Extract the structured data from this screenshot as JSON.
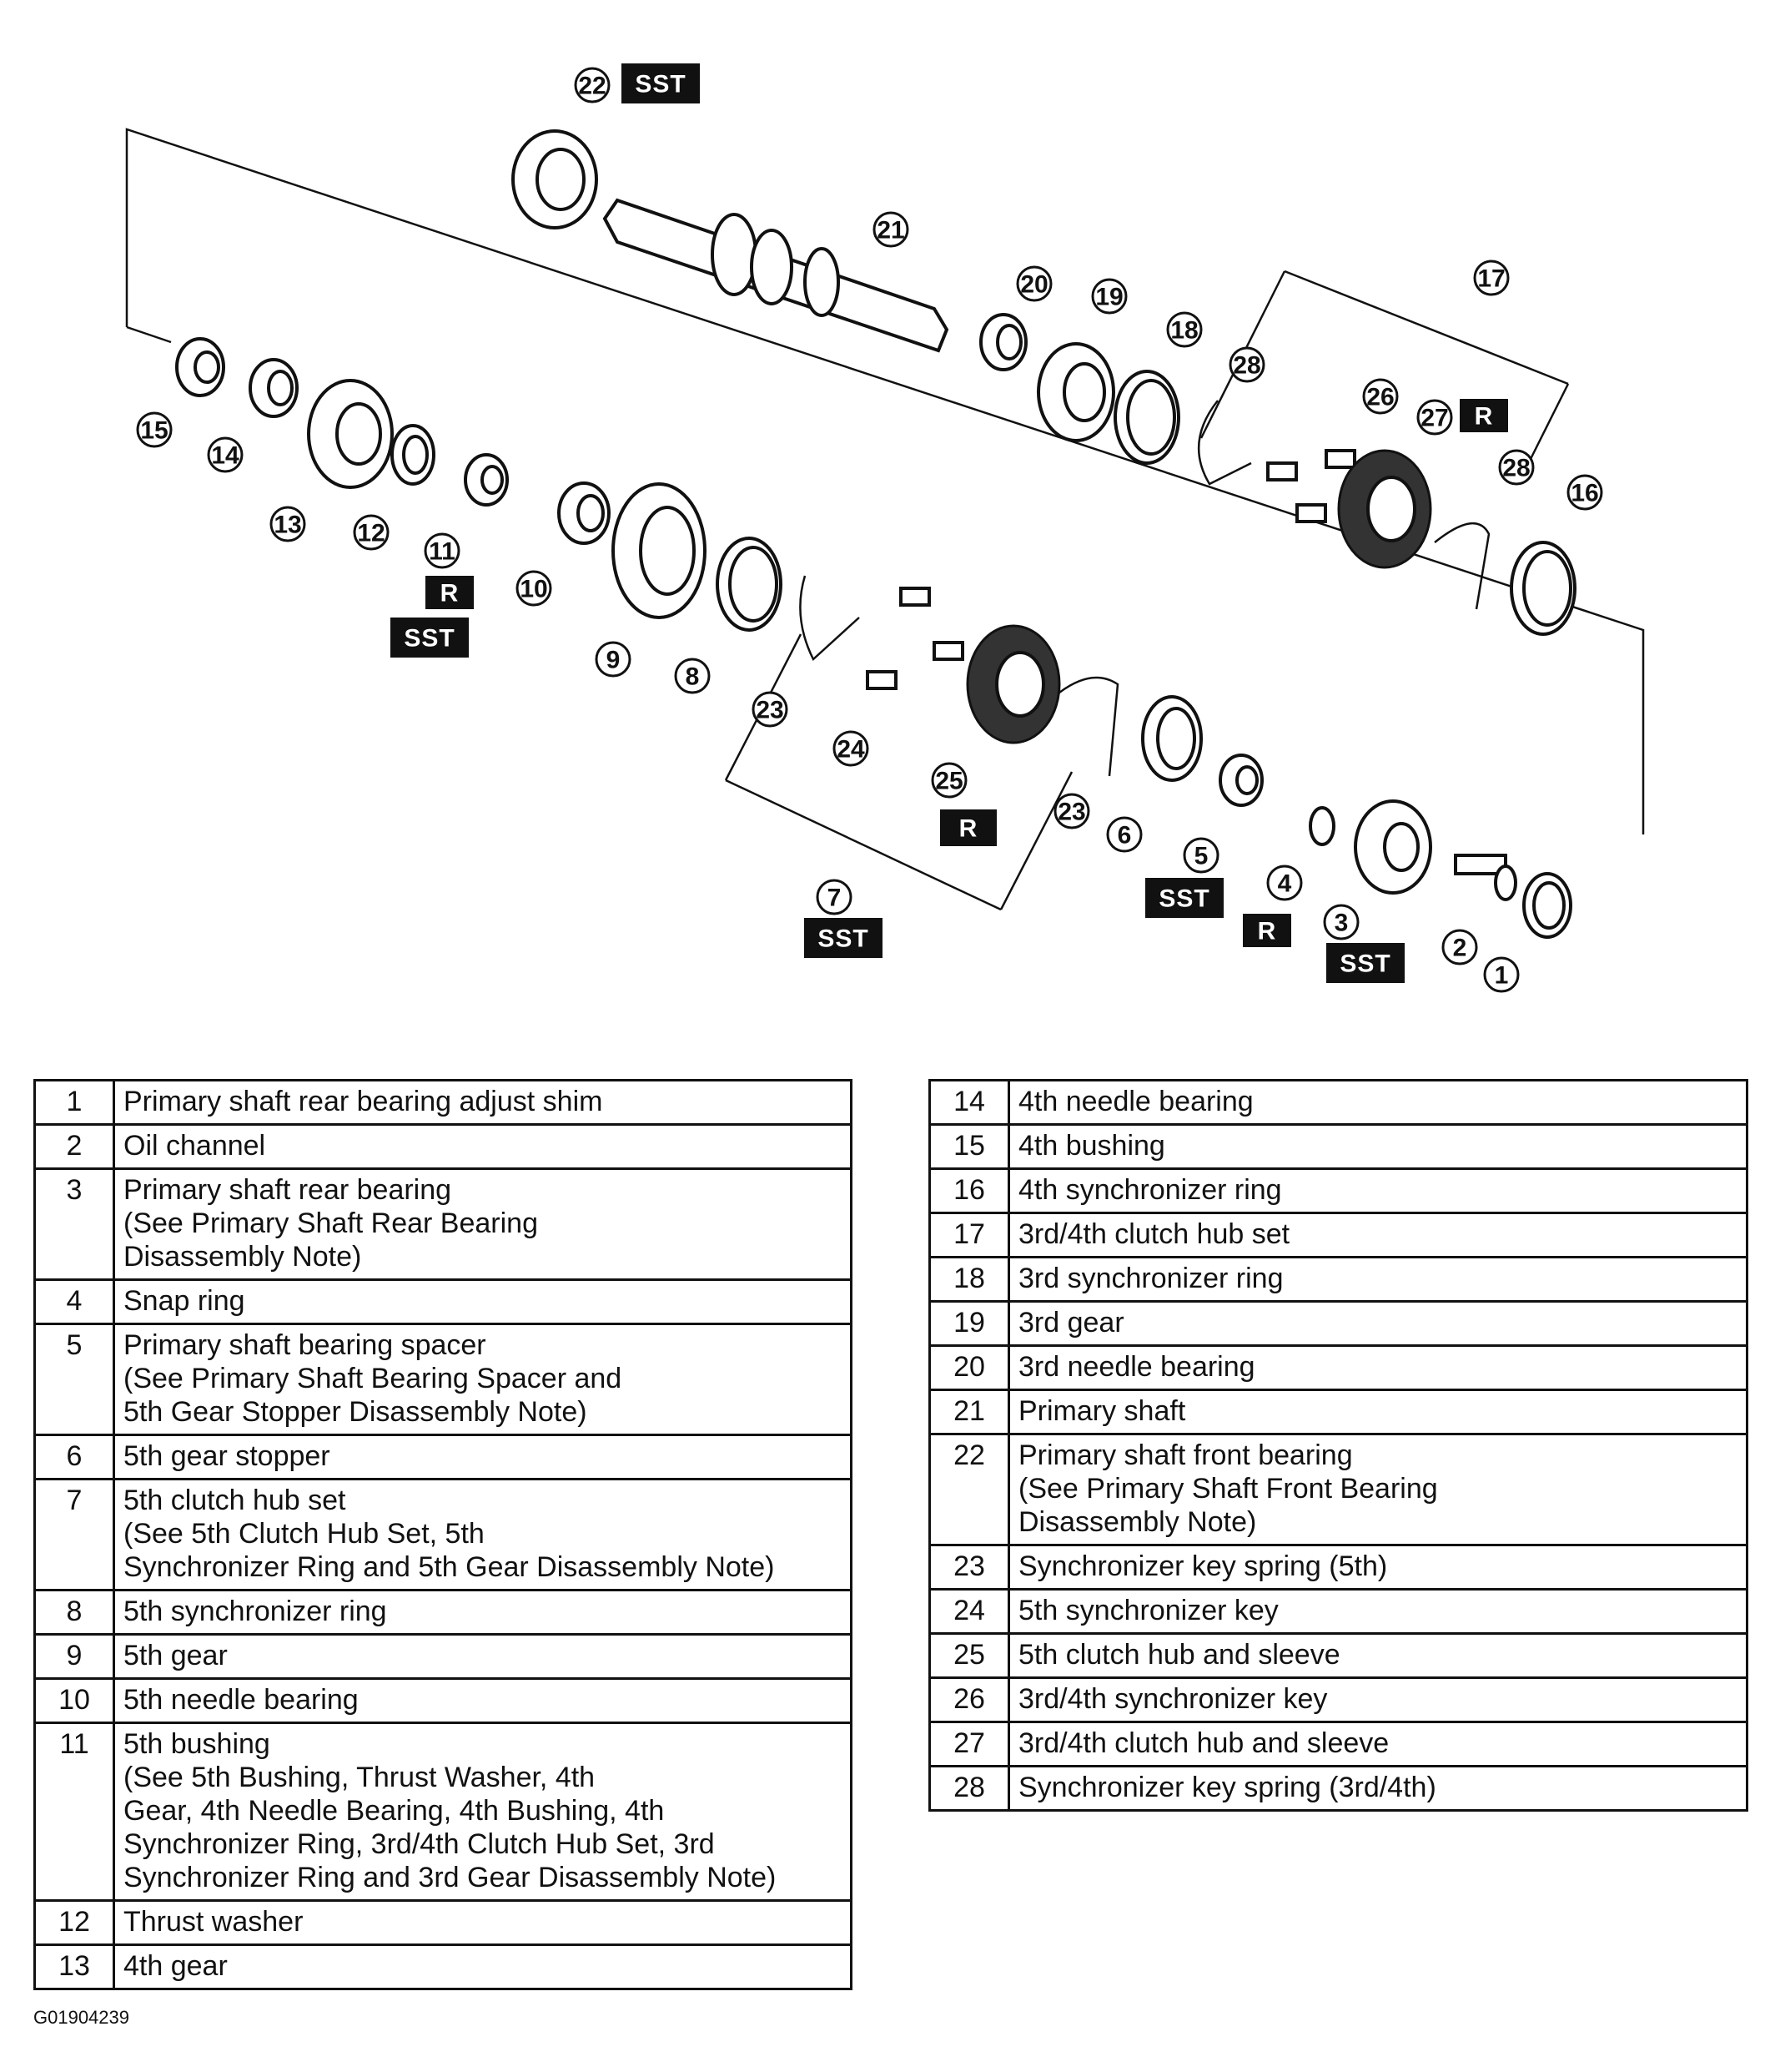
{
  "diagram": {
    "callouts": [
      "1",
      "2",
      "3",
      "4",
      "5",
      "6",
      "7",
      "8",
      "9",
      "10",
      "11",
      "12",
      "13",
      "14",
      "15",
      "16",
      "17",
      "18",
      "19",
      "20",
      "21",
      "22",
      "23",
      "23",
      "24",
      "25",
      "26",
      "27",
      "28",
      "28"
    ],
    "tags": [
      "SST",
      "R",
      "SST",
      "R",
      "SST",
      "R",
      "SST",
      "R",
      "SST"
    ]
  },
  "table_left": [
    {
      "num": "1",
      "desc": "Primary shaft rear bearing adjust shim"
    },
    {
      "num": "2",
      "desc": "Oil channel"
    },
    {
      "num": "3",
      "desc": "Primary shaft rear bearing\n(See Primary Shaft Rear Bearing\nDisassembly Note)"
    },
    {
      "num": "4",
      "desc": "Snap ring"
    },
    {
      "num": "5",
      "desc": "Primary shaft bearing spacer\n(See Primary Shaft Bearing Spacer and\n5th Gear Stopper Disassembly Note)"
    },
    {
      "num": "6",
      "desc": "5th gear stopper"
    },
    {
      "num": "7",
      "desc": "5th clutch hub set\n(See 5th Clutch Hub Set, 5th\nSynchronizer Ring and 5th Gear Disassembly Note)"
    },
    {
      "num": "8",
      "desc": "5th synchronizer ring"
    },
    {
      "num": "9",
      "desc": "5th gear"
    },
    {
      "num": "10",
      "desc": "5th needle bearing"
    },
    {
      "num": "11",
      "desc": "5th bushing\n(See 5th Bushing, Thrust Washer, 4th\nGear, 4th Needle Bearing, 4th Bushing, 4th\nSynchronizer Ring, 3rd/4th Clutch Hub Set, 3rd\nSynchronizer Ring and 3rd Gear Disassembly Note)"
    },
    {
      "num": "12",
      "desc": "Thrust washer"
    },
    {
      "num": "13",
      "desc": "4th gear"
    }
  ],
  "table_right": [
    {
      "num": "14",
      "desc": "4th needle bearing"
    },
    {
      "num": "15",
      "desc": "4th bushing"
    },
    {
      "num": "16",
      "desc": "4th synchronizer ring"
    },
    {
      "num": "17",
      "desc": "3rd/4th clutch hub set"
    },
    {
      "num": "18",
      "desc": "3rd synchronizer ring"
    },
    {
      "num": "19",
      "desc": "3rd gear"
    },
    {
      "num": "20",
      "desc": "3rd needle bearing"
    },
    {
      "num": "21",
      "desc": "Primary shaft"
    },
    {
      "num": "22",
      "desc": "Primary shaft front bearing\n(See Primary Shaft Front Bearing\nDisassembly Note)"
    },
    {
      "num": "23",
      "desc": "Synchronizer key spring (5th)"
    },
    {
      "num": "24",
      "desc": "5th synchronizer key"
    },
    {
      "num": "25",
      "desc": "5th clutch hub and sleeve"
    },
    {
      "num": "26",
      "desc": "3rd/4th synchronizer key"
    },
    {
      "num": "27",
      "desc": "3rd/4th clutch hub and sleeve"
    },
    {
      "num": "28",
      "desc": "Synchronizer key spring (3rd/4th)"
    }
  ],
  "figure_id": "G01904239"
}
